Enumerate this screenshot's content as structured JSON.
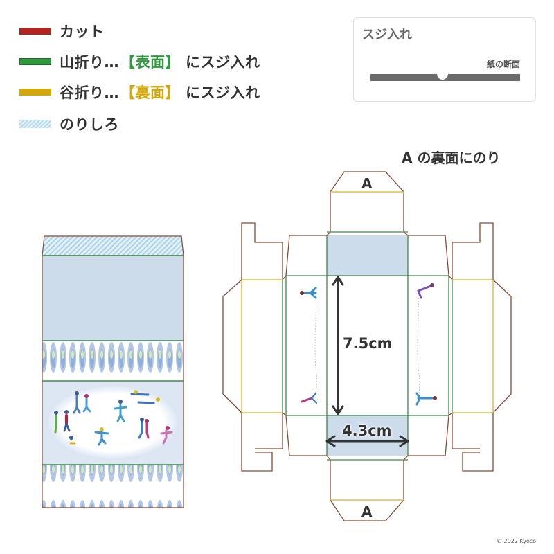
{
  "legend": {
    "cut": {
      "label": "カット",
      "color": "#b8231f"
    },
    "mountain_fold": {
      "prefix": "山折り…",
      "side": "【表面】",
      "suffix": "にスジ入れ",
      "color": "#2e9a3e",
      "side_color": "#2e9a3e"
    },
    "valley_fold": {
      "prefix": "谷折り…",
      "side": "【裏面】",
      "suffix": "にスジ入れ",
      "color": "#d4a80a",
      "side_color": "#d4a80a"
    },
    "glue": {
      "label": "のりしろ",
      "color": "#a8d4e6"
    }
  },
  "scoring_panel": {
    "title": "スジ入れ",
    "caption": "紙の断面"
  },
  "net": {
    "glue_instruction": "A の裏面にのり",
    "flap_label_top": "A",
    "flap_label_bottom": "A",
    "height_dimension": "7.5cm",
    "width_dimension": "4.3cm"
  },
  "colors": {
    "cut_line": "#8b4a35",
    "mountain_line": "#3e8a48",
    "valley_line": "#e0b020",
    "glue_fill": "#cddceb",
    "text": "#333333"
  },
  "copyright": "© 2022 Kyoco"
}
